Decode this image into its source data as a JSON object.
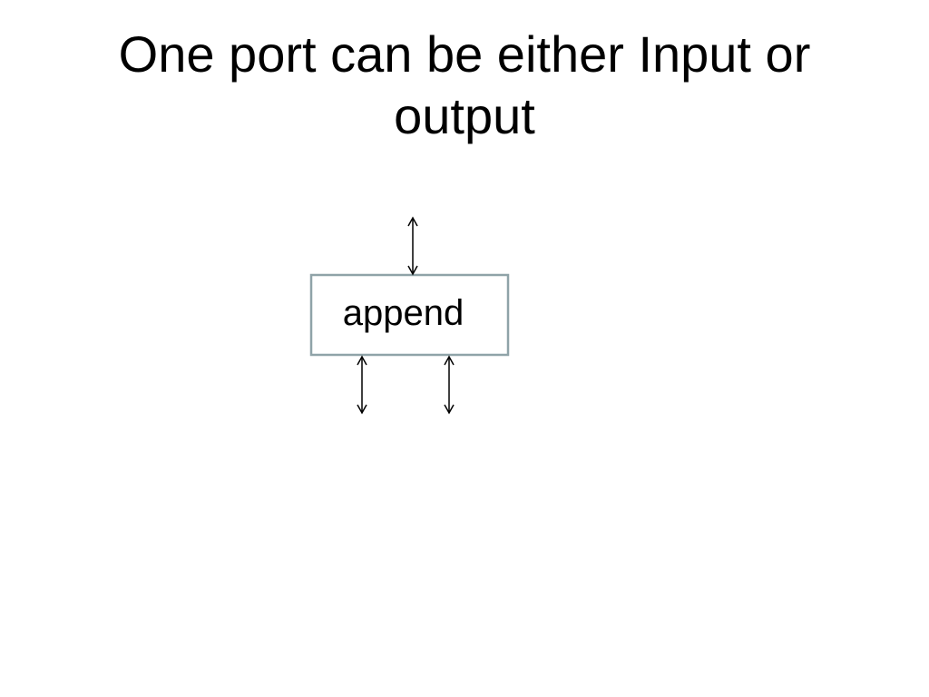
{
  "slide": {
    "title": "One port can be either Input or output"
  },
  "diagram": {
    "block": {
      "label": "append",
      "border_color": "#8fa3a8"
    },
    "arrow_color": "#000000",
    "ports": [
      {
        "name": "top",
        "direction": "bidirectional"
      },
      {
        "name": "bottom-left",
        "direction": "bidirectional"
      },
      {
        "name": "bottom-right",
        "direction": "bidirectional"
      }
    ]
  }
}
